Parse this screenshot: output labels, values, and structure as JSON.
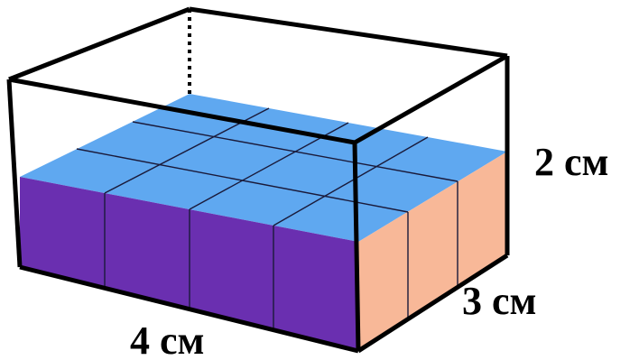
{
  "figure": {
    "labels": {
      "length": "4 см",
      "width": "3 см",
      "height": "2 см"
    },
    "grid": {
      "cubes_along_length": 4,
      "cubes_along_width": 3,
      "layers_filled": 1
    },
    "colors": {
      "top_face": "#5fa8f0",
      "front_face": "#6a2fb0",
      "side_face": "#f8b898",
      "edge": "#000000",
      "grid_line": "#1a1a3a"
    }
  }
}
